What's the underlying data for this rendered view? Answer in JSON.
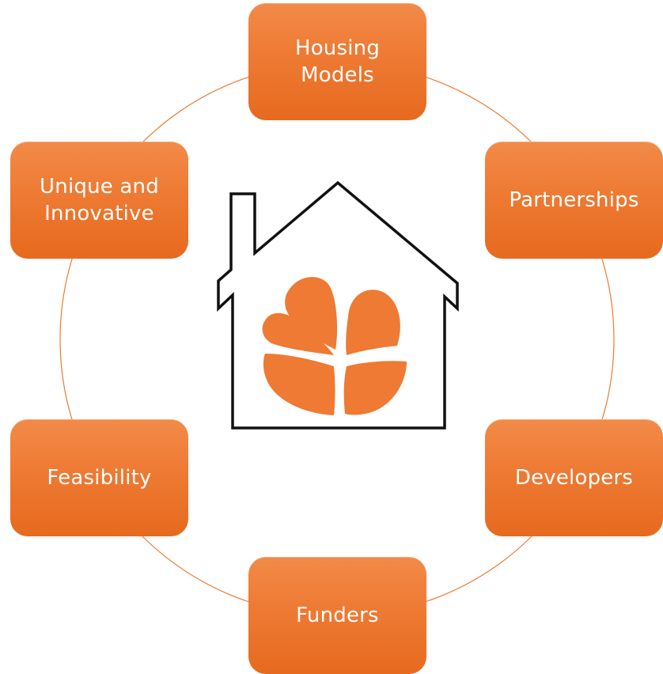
{
  "diagram": {
    "center": {
      "icon": "house-with-leaf-logo"
    },
    "nodes": [
      {
        "id": "housing",
        "label": "Housing\nModels"
      },
      {
        "id": "partnerships",
        "label": "Partnerships"
      },
      {
        "id": "developers",
        "label": "Developers"
      },
      {
        "id": "funders",
        "label": "Funders"
      },
      {
        "id": "feasibility",
        "label": "Feasibility"
      },
      {
        "id": "unique",
        "label": "Unique and\nInnovative"
      }
    ],
    "colors": {
      "node_fill": "#ee7a33",
      "ring_stroke": "#ee7a33",
      "house_outline": "#111111",
      "leaf_fill": "#ee7a33",
      "label_text": "#ffffff"
    }
  }
}
